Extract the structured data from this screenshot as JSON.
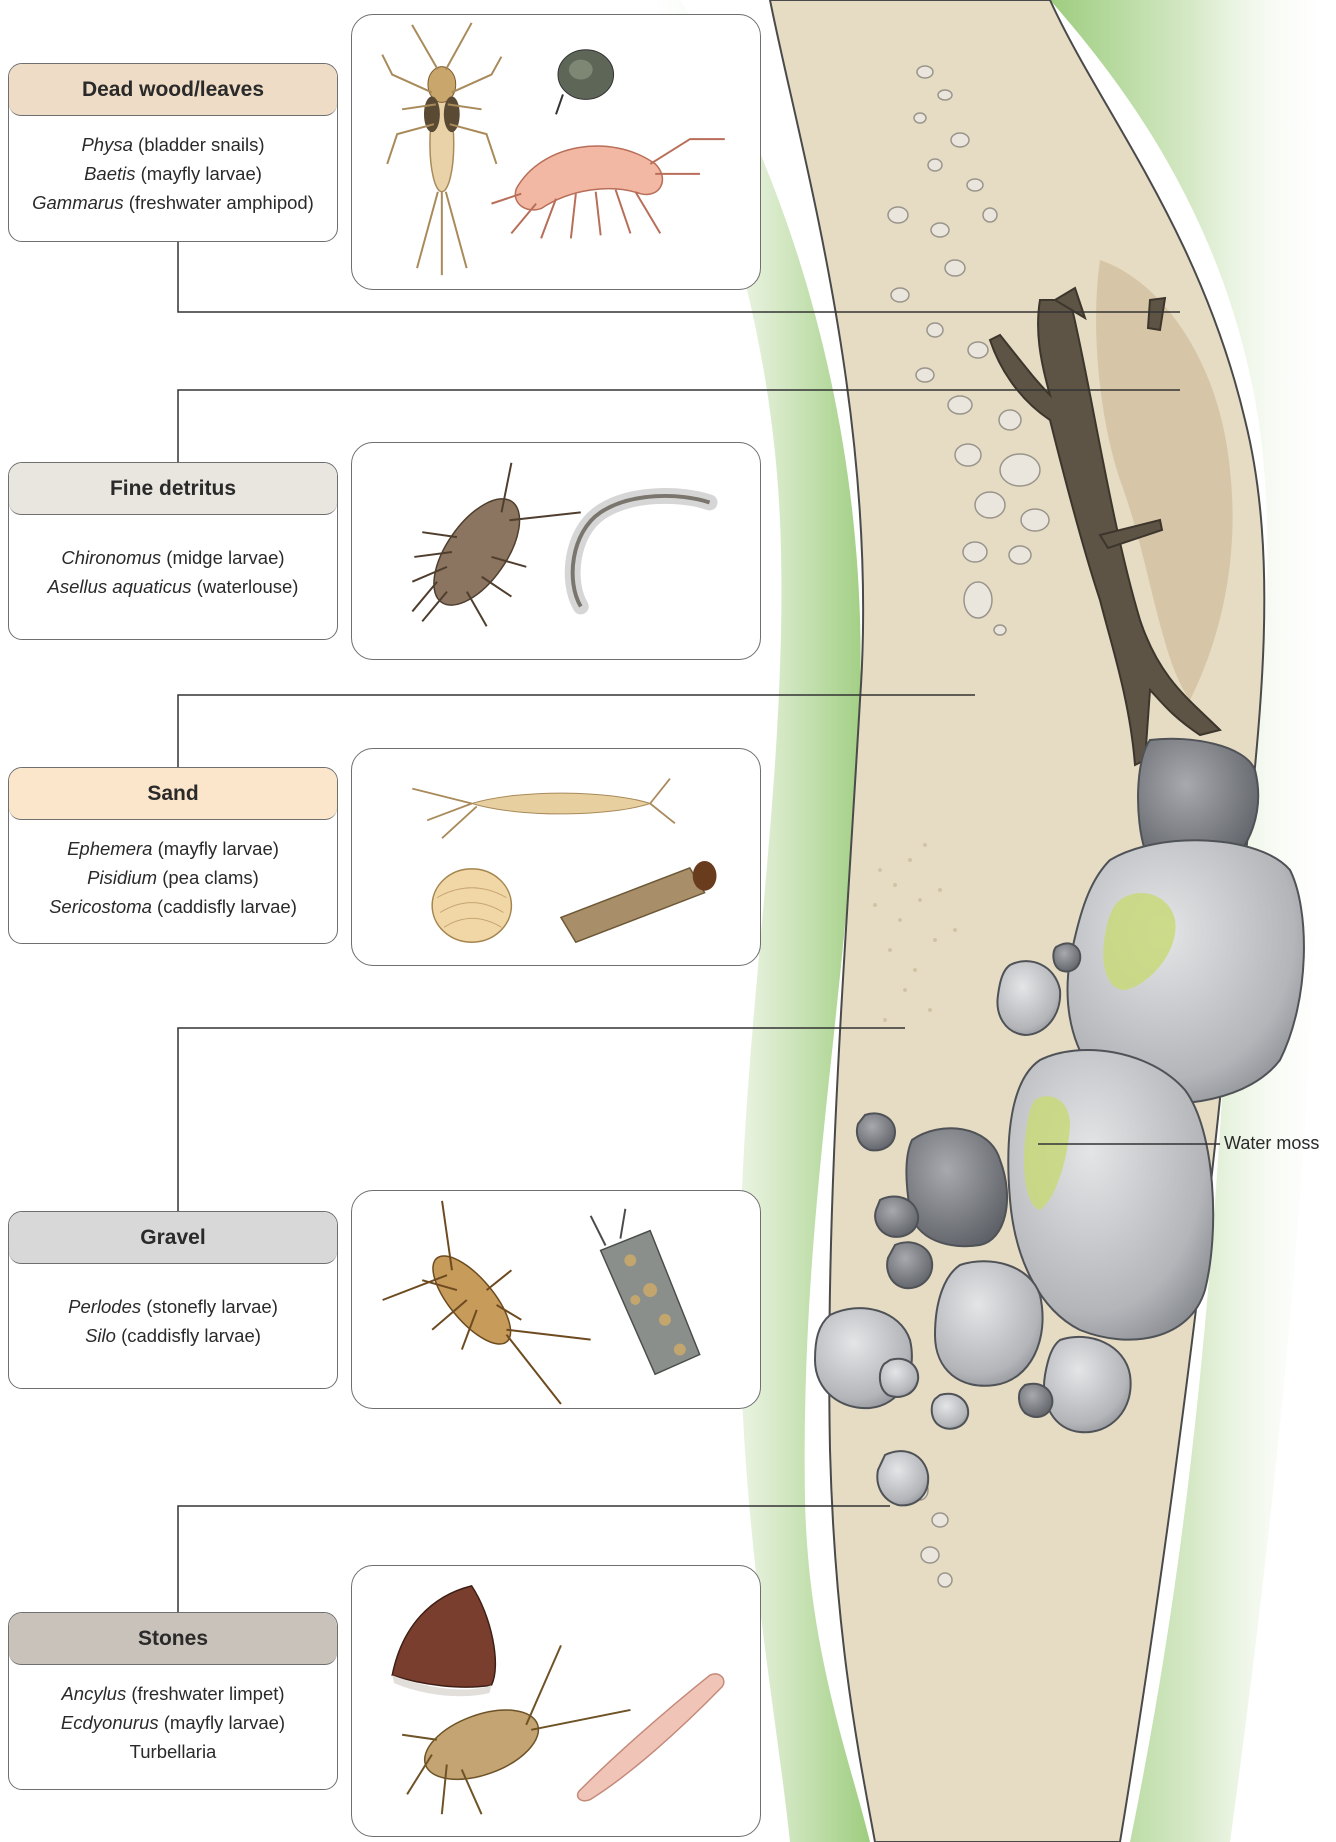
{
  "panels": [
    {
      "heading": "Dead wood/leaves",
      "color": "#efdcc6",
      "entries": [
        {
          "genus": "Physa",
          "desc": " (bladder snails)"
        },
        {
          "genus": "Baetis",
          "desc": " (mayfly larvae)"
        },
        {
          "genus": "Gammarus",
          "desc": " (freshwater amphipod)"
        }
      ]
    },
    {
      "heading": "Fine detritus",
      "color": "#e9e5df",
      "entries": [
        {
          "genus": "Chironomus",
          "desc": " (midge larvae)"
        },
        {
          "genus": "Asellus aquaticus",
          "desc": " (waterlouse)"
        }
      ]
    },
    {
      "heading": "Sand",
      "color": "#fbe6cc",
      "entries": [
        {
          "genus": "Ephemera",
          "desc": " (mayfly larvae)"
        },
        {
          "genus": "Pisidium",
          "desc": " (pea clams)"
        },
        {
          "genus": "Sericostoma",
          "desc": " (caddisfly larvae)"
        }
      ]
    },
    {
      "heading": "Gravel",
      "color": "#d8d8d8",
      "entries": [
        {
          "genus": "Perlodes",
          "desc": " (stonefly larvae)"
        },
        {
          "genus": "Silo",
          "desc": " (caddisfly larvae)"
        }
      ]
    },
    {
      "heading": "Stones",
      "color": "#c9c2bb",
      "entries": [
        {
          "genus": "Ancylus",
          "desc": " (freshwater limpet)"
        },
        {
          "genus": "Ecdyonurus",
          "desc": " (mayfly larvae)"
        },
        {
          "genus": "",
          "desc": "Turbellaria"
        }
      ]
    }
  ],
  "annotation": {
    "water_moss": "Water moss"
  },
  "colors": {
    "riverbed": "#e6dcc4",
    "bank_green": "#8ec46c",
    "wood": "#5e5446",
    "stone": "#b8b9bc",
    "leader_line": "#333333"
  }
}
